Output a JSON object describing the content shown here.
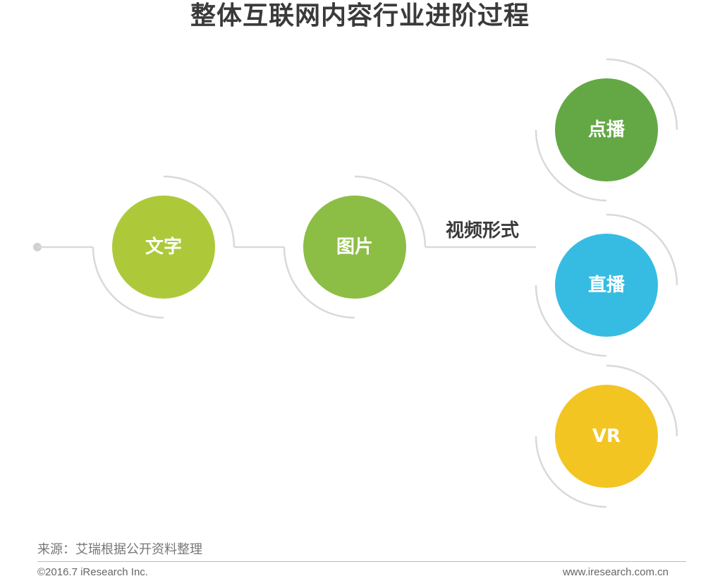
{
  "title": "整体互联网内容行业进阶过程",
  "nodes": [
    {
      "label": "文字",
      "color": "#adc93a"
    },
    {
      "label": "图片",
      "color": "#8cbd45"
    },
    {
      "label": "点播",
      "color": "#64a846"
    },
    {
      "label": "直播",
      "color": "#36bce2"
    },
    {
      "label": "VR",
      "color": "#f2c522"
    }
  ],
  "branch_label": "视频形式",
  "footer": {
    "source": "来源：艾瑞根据公开资料整理",
    "copyright": "©2016.7 iResearch Inc.",
    "website": "www.iresearch.com.cn"
  }
}
